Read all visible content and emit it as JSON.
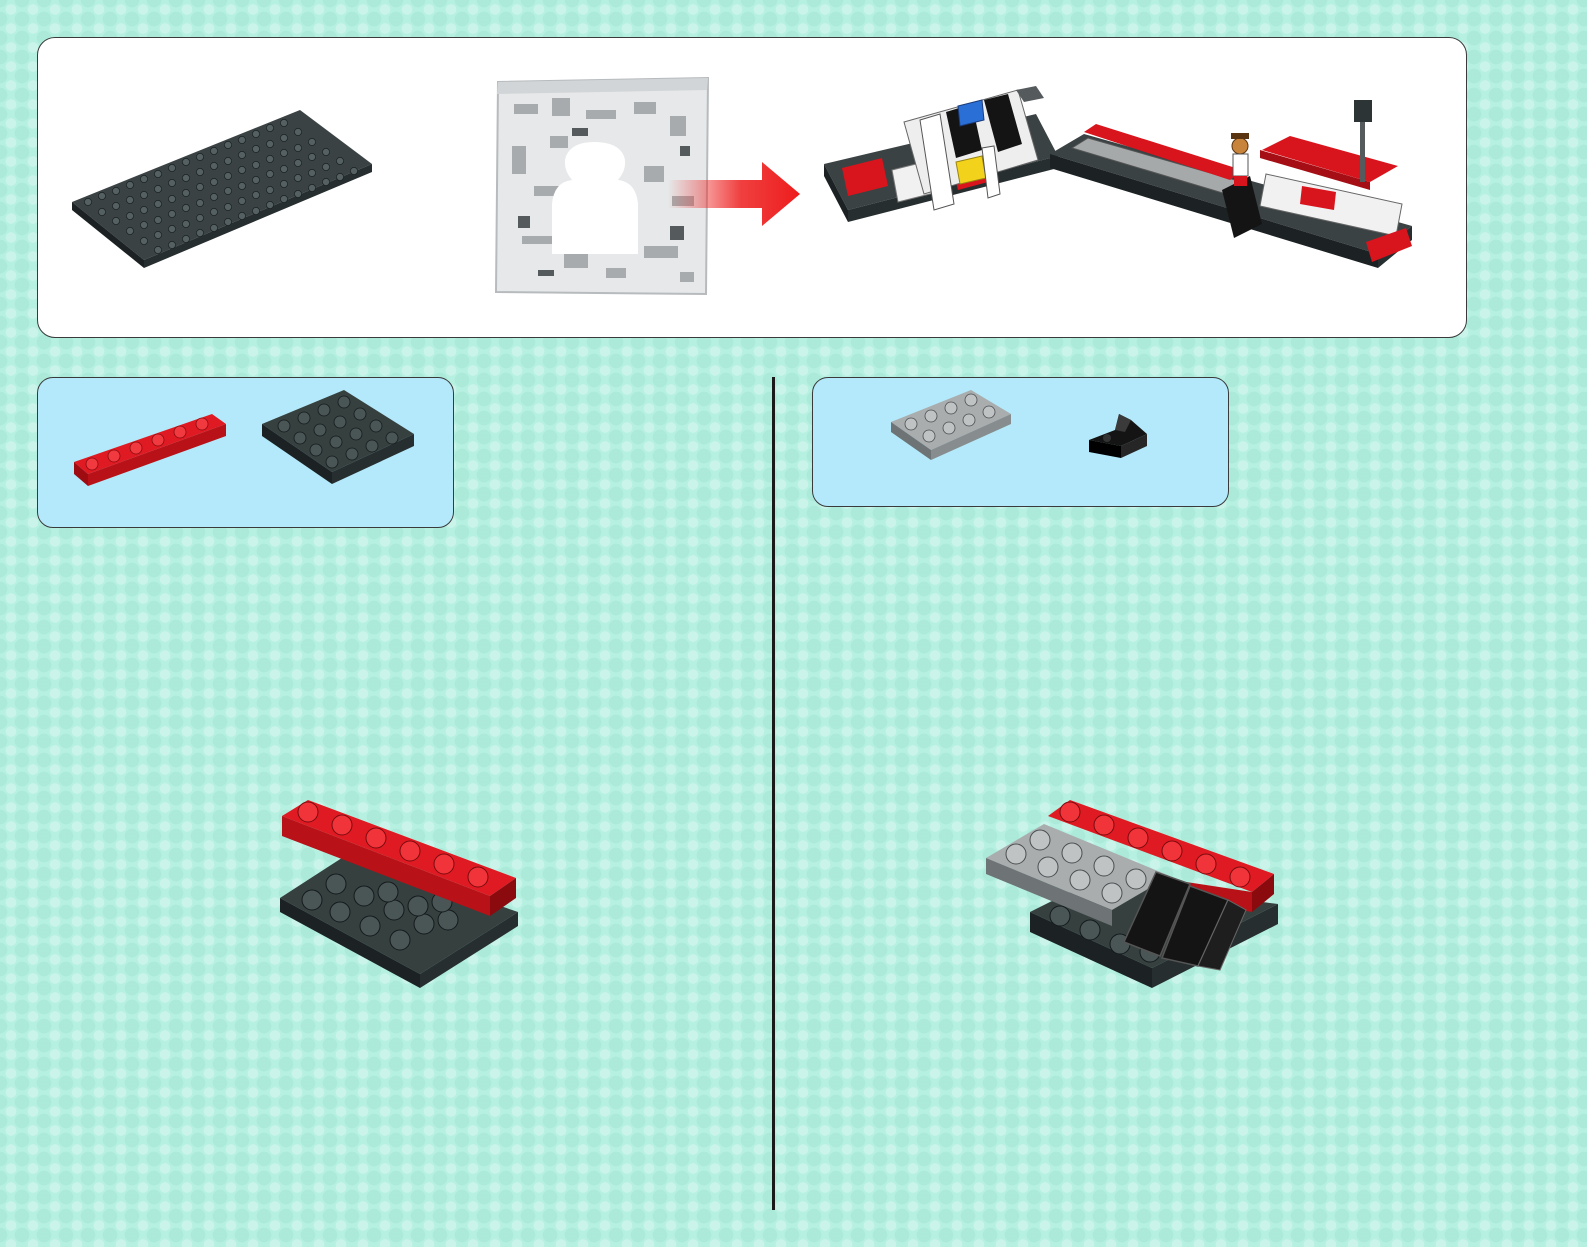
{
  "overview": {
    "items": [
      "black-baseplate-6x16",
      "sealed-parts-bag",
      "arrow-right-red",
      "completed-model-preview"
    ]
  },
  "steps": [
    {
      "parts": [
        "red-plate-1x6",
        "dark-gray-plate-4x4"
      ],
      "result": "assembly-plate-base"
    },
    {
      "parts": [
        "light-gray-plate-2x4",
        "black-bracket-slope"
      ],
      "result": "assembly-with-gray-plate-and-slopes"
    }
  ],
  "colors": {
    "background": "#b5f0e1",
    "overview_box": "#ffffff",
    "parts_box": "#b3e9fa",
    "brick_red": "#d8141d",
    "brick_dark": "#2c3436",
    "brick_gray": "#a5a9aa",
    "brick_black": "#141414",
    "arrow_red": "#ee2a2a"
  }
}
